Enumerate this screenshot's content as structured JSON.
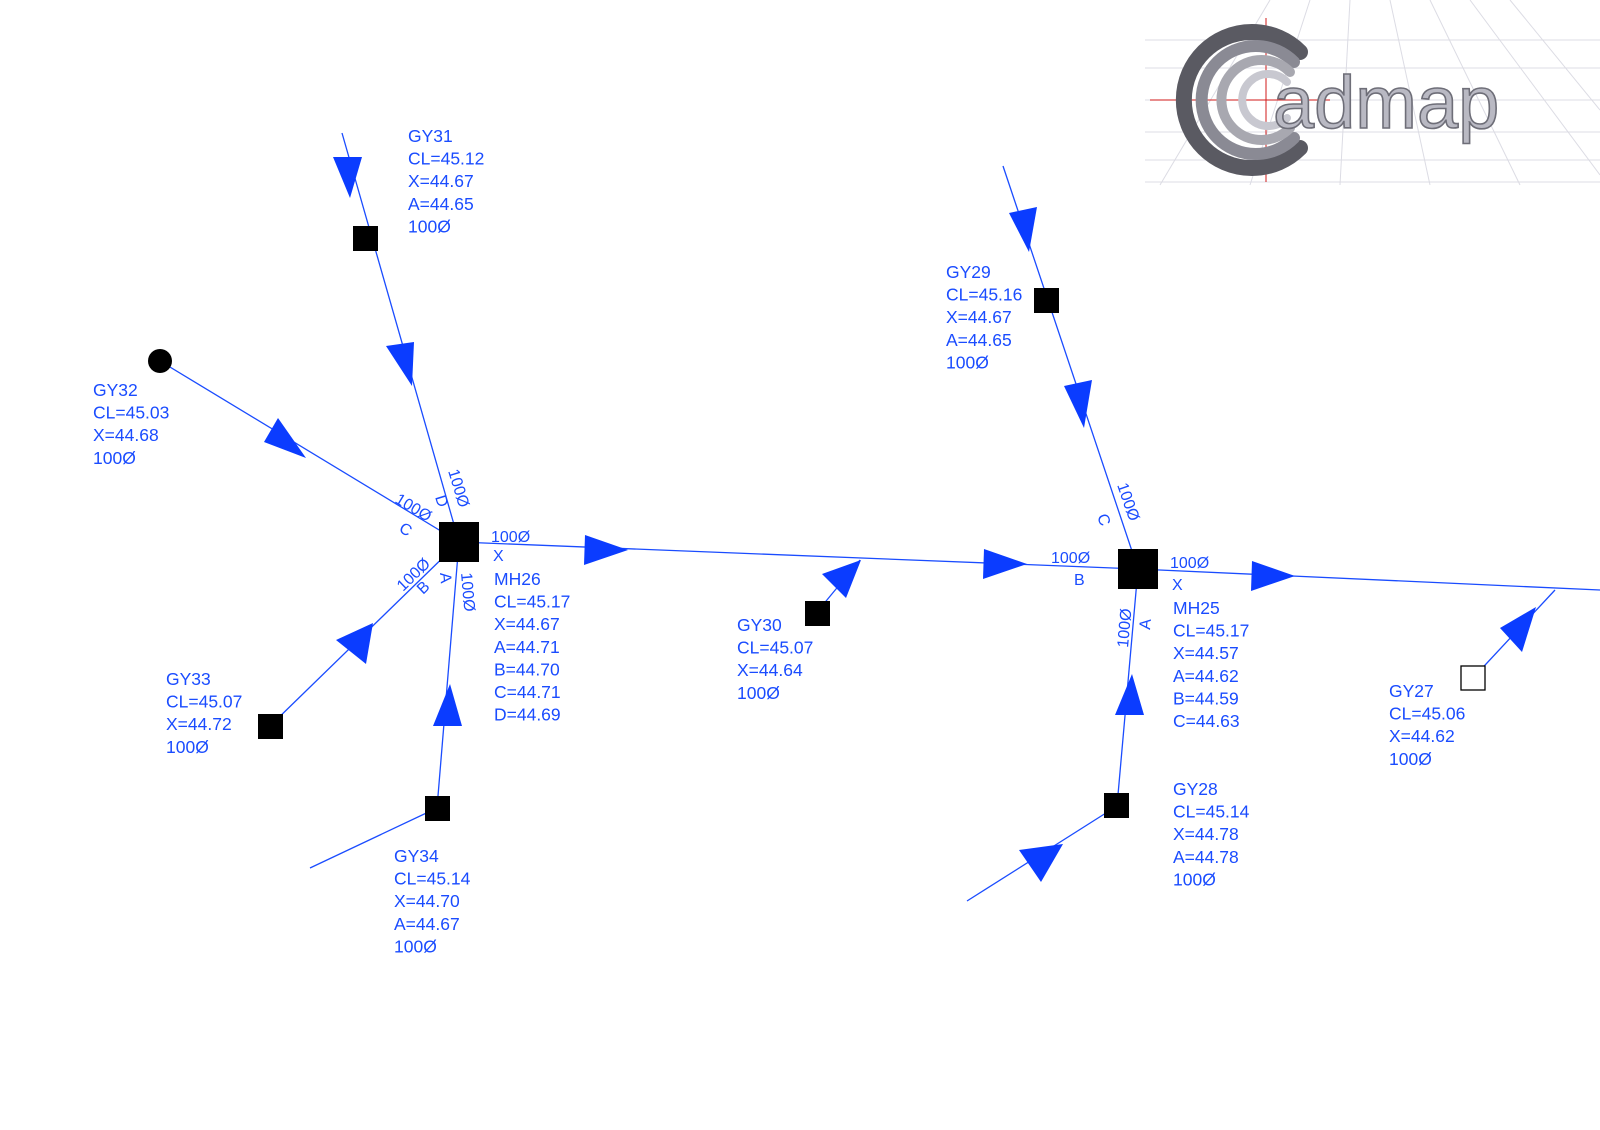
{
  "logo": {
    "text": "Cadmap",
    "word": "admap"
  },
  "colors": {
    "pipe": "#1a4cff",
    "arrow": "#0b3cff",
    "node": "#000000",
    "logo_grey": "#8a8a94",
    "logo_red": "#d11a1a"
  },
  "nodes": [
    {
      "id": "MH26",
      "lines": [
        "MH26",
        "CL=45.17",
        "X=44.67",
        "A=44.71",
        "B=44.70",
        "C=44.71",
        "D=44.69"
      ]
    },
    {
      "id": "MH25",
      "lines": [
        "MH25",
        "CL=45.17",
        "X=44.57",
        "A=44.62",
        "B=44.59",
        "C=44.63"
      ]
    },
    {
      "id": "GY31",
      "lines": [
        "GY31",
        "CL=45.12",
        "X=44.67",
        "A=44.65",
        "100Ø"
      ]
    },
    {
      "id": "GY32",
      "lines": [
        "GY32",
        "CL=45.03",
        "X=44.68",
        "100Ø"
      ]
    },
    {
      "id": "GY33",
      "lines": [
        "GY33",
        "CL=45.07",
        "X=44.72",
        "100Ø"
      ]
    },
    {
      "id": "GY34",
      "lines": [
        "GY34",
        "CL=45.14",
        "X=44.70",
        "A=44.67",
        "100Ø"
      ]
    },
    {
      "id": "GY30",
      "lines": [
        "GY30",
        "CL=45.07",
        "X=44.64",
        "100Ø"
      ]
    },
    {
      "id": "GY29",
      "lines": [
        "GY29",
        "CL=45.16",
        "X=44.67",
        "A=44.65",
        "100Ø"
      ]
    },
    {
      "id": "GY28",
      "lines": [
        "GY28",
        "CL=45.14",
        "X=44.78",
        "A=44.78",
        "100Ø"
      ]
    },
    {
      "id": "GY27",
      "lines": [
        "GY27",
        "CL=45.06",
        "X=44.62",
        "100Ø"
      ]
    }
  ],
  "pipe_labels": {
    "mh26_d_size": "100Ø",
    "mh26_d_letter": "D",
    "mh26_c_size": "100Ø",
    "mh26_c_letter": "C",
    "mh26_b_size": "100Ø",
    "mh26_b_letter": "B",
    "mh26_a_size": "100Ø",
    "mh26_a_letter": "A",
    "mh26_x_size": "100Ø",
    "mh26_x_letter": "X",
    "mh25_c_size": "100Ø",
    "mh25_c_letter": "C",
    "mh25_b_size": "100Ø",
    "mh25_b_letter": "B",
    "mh25_a_size": "100Ø",
    "mh25_a_letter": "A",
    "mh25_x_size": "100Ø",
    "mh25_x_letter": "X"
  }
}
